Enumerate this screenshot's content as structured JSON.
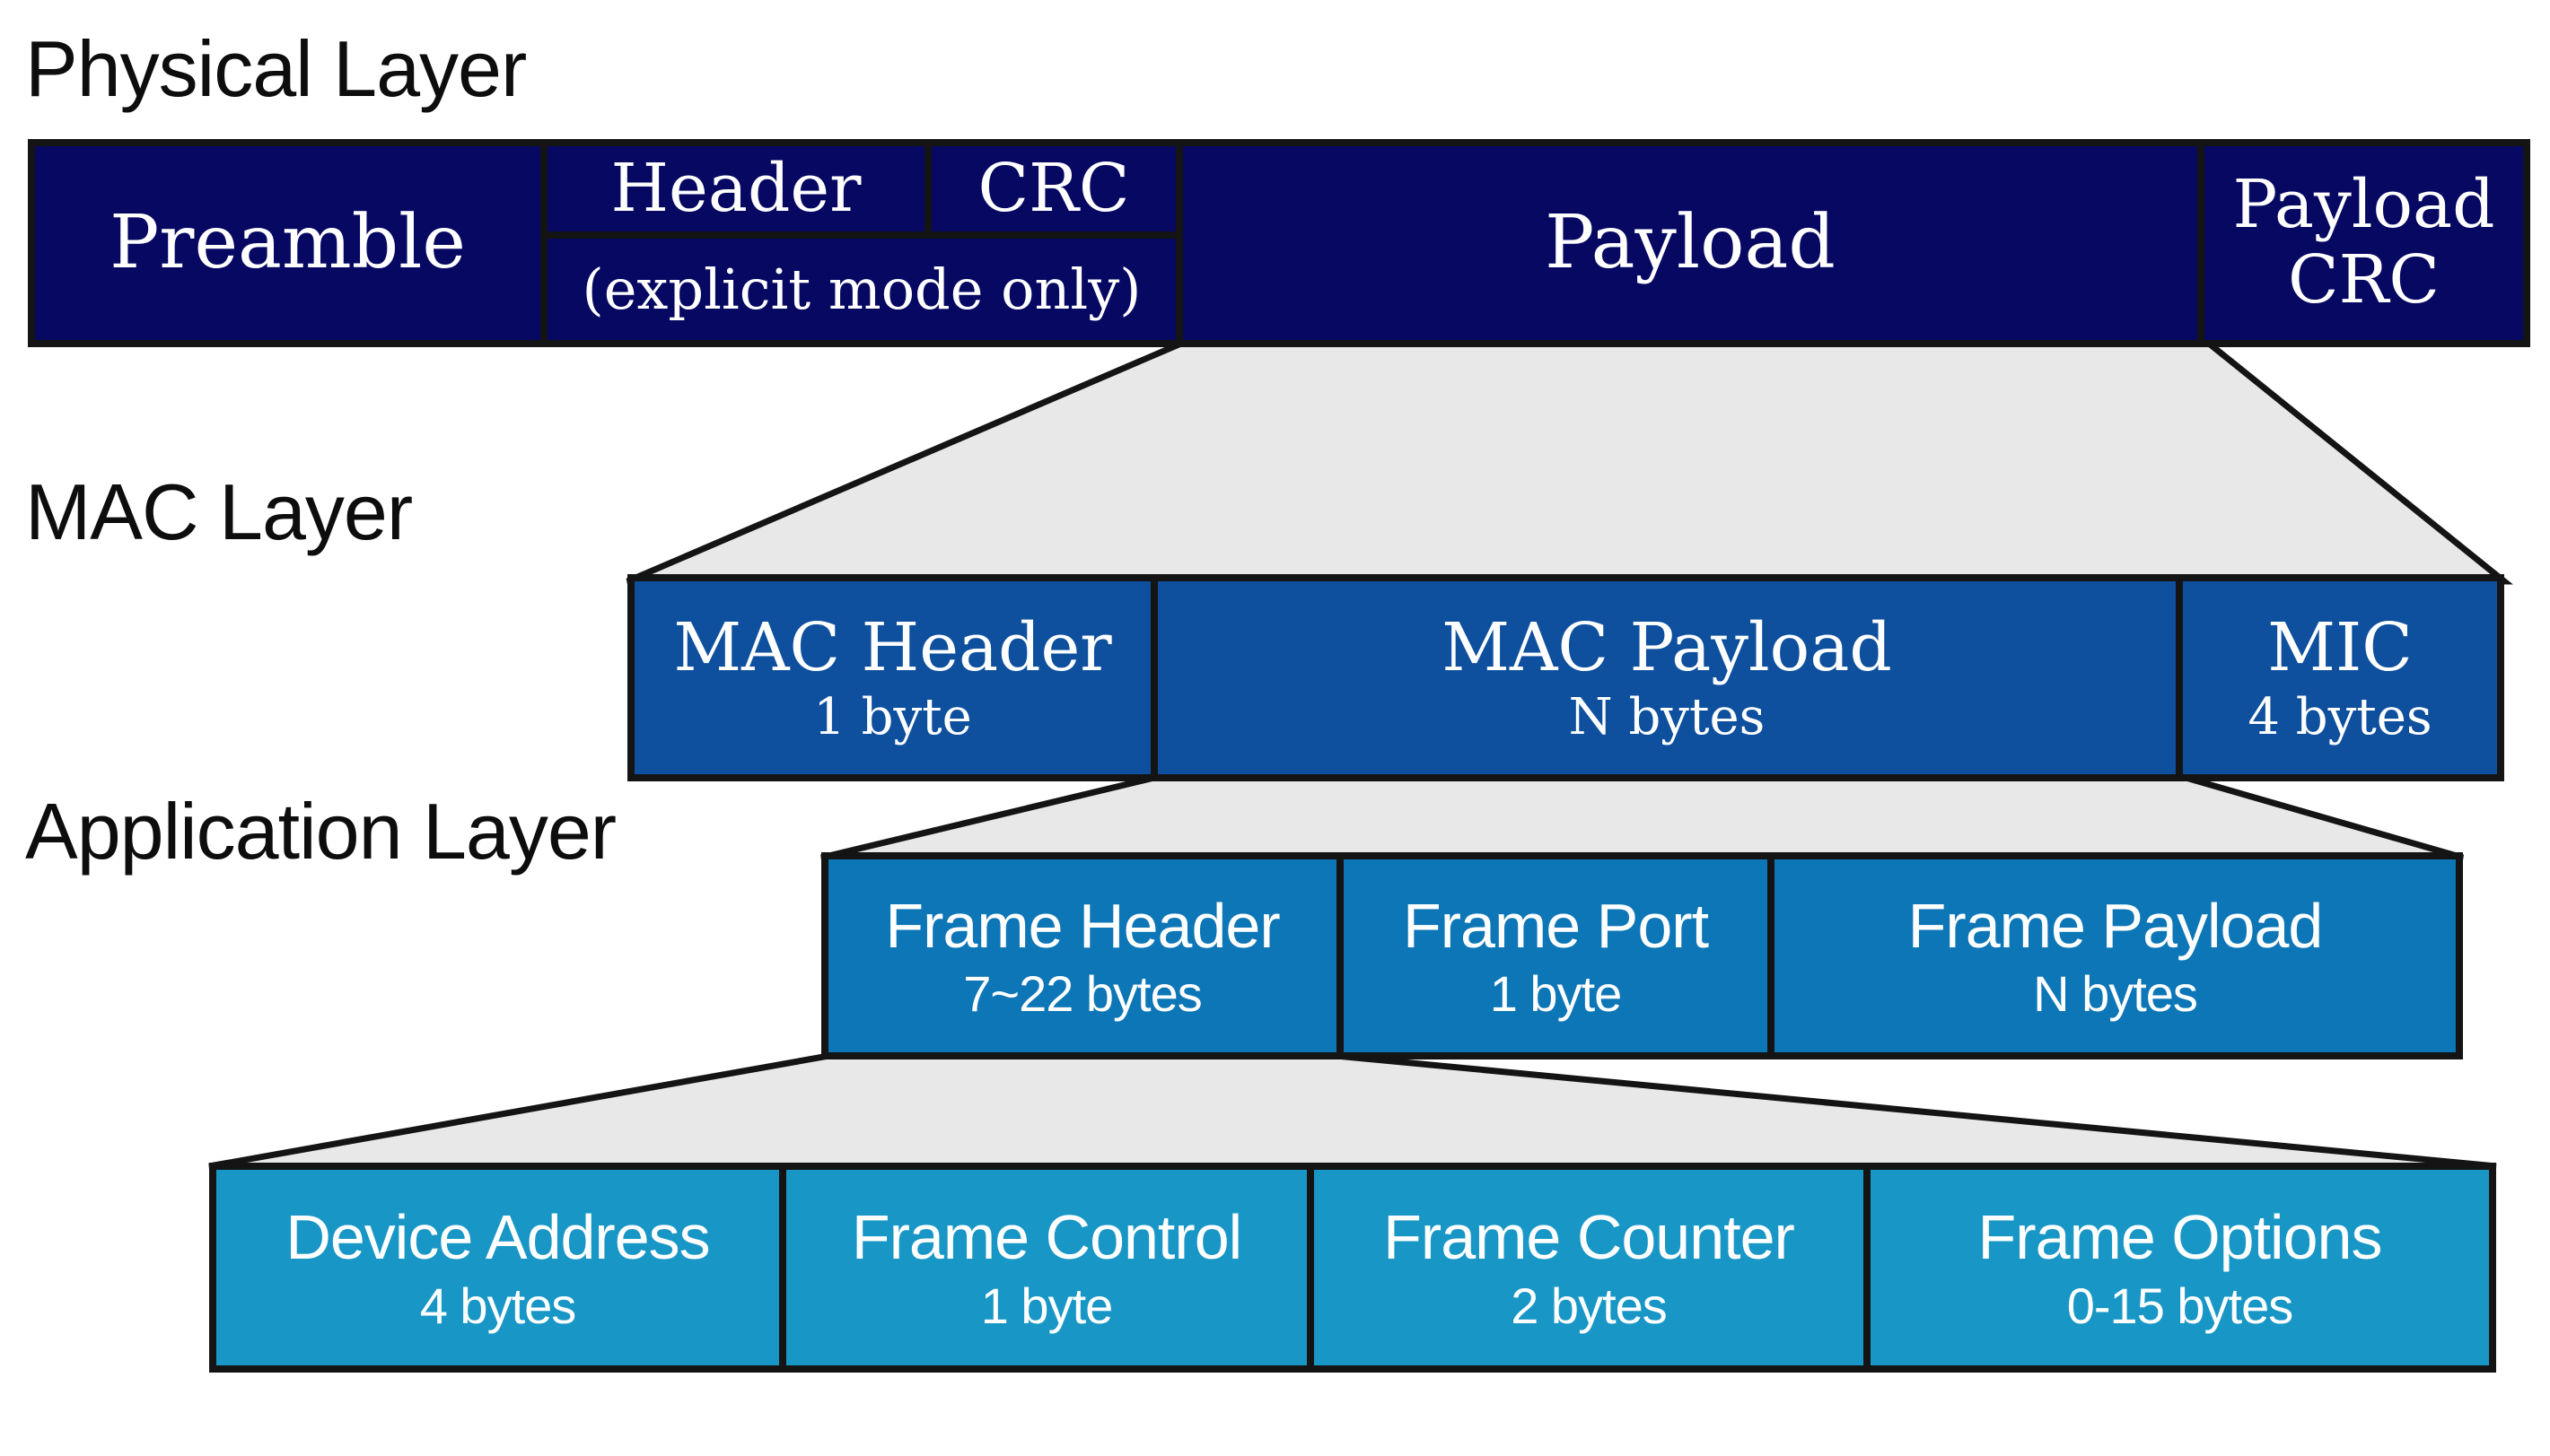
{
  "colors": {
    "physical": "#060862",
    "mac": "#0e509e",
    "application": "#0d76b7",
    "frame": "#1897c6",
    "connector": "#e8e8e8",
    "border": "#141414"
  },
  "physical": {
    "label": "Physical Layer",
    "preamble": "Preamble",
    "header": "Header",
    "header_crc": "CRC",
    "explicit_note": "(explicit mode only)",
    "payload": "Payload",
    "payload_crc_line1": "Payload",
    "payload_crc_line2": "CRC"
  },
  "mac": {
    "label": "MAC Layer",
    "cells": [
      {
        "title": "MAC Header",
        "size": "1 byte"
      },
      {
        "title": "MAC Payload",
        "size": "N bytes"
      },
      {
        "title": "MIC",
        "size": "4 bytes"
      }
    ]
  },
  "application": {
    "label": "Application Layer",
    "cells": [
      {
        "title": "Frame Header",
        "size": "7~22 bytes"
      },
      {
        "title": "Frame Port",
        "size": "1 byte"
      },
      {
        "title": "Frame Payload",
        "size": "N bytes"
      }
    ]
  },
  "frame_header_fields": {
    "cells": [
      {
        "title": "Device Address",
        "size": "4 bytes"
      },
      {
        "title": "Frame Control",
        "size": "1 byte"
      },
      {
        "title": "Frame Counter",
        "size": "2 bytes"
      },
      {
        "title": "Frame Options",
        "size": "0-15 bytes"
      }
    ]
  }
}
